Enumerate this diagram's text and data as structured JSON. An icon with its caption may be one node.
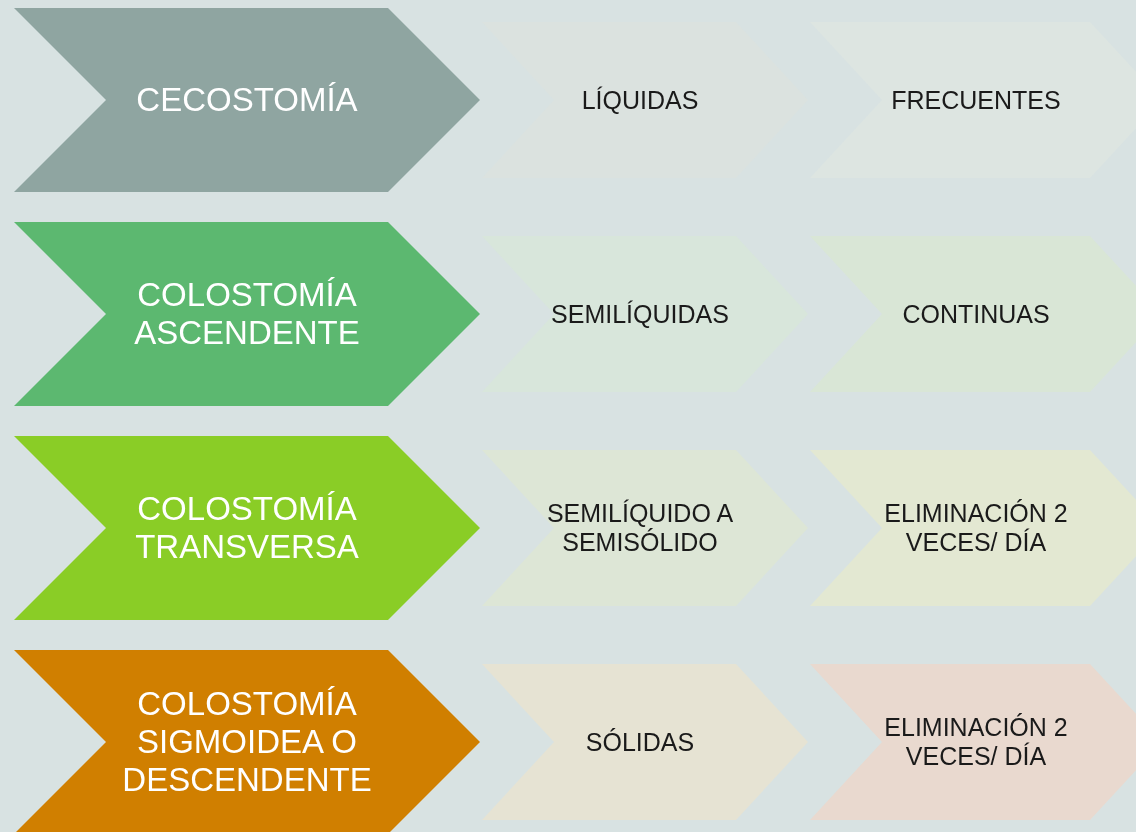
{
  "diagram": {
    "nodes": [
      {
        "text": [
          "CECOSTOMÍA"
        ]
      },
      {
        "text": [
          "LÍQUIDAS"
        ]
      },
      {
        "text": [
          "FRECUENTES"
        ]
      },
      {
        "text": [
          "COLOSTOMÍA ASCENDENTE"
        ]
      },
      {
        "text": [
          "SEMILÍQUIDAS"
        ]
      },
      {
        "text": [
          "CONTINUAS"
        ]
      },
      {
        "text": [
          "COLOSTOMÍA TRANSVERSA"
        ]
      },
      {
        "text": [
          "SEMILÍQUIDO A SEMISÓLIDO"
        ]
      },
      {
        "text": [
          "ELIMINACIÓN 2 VECES/ DÍA"
        ]
      },
      {
        "text": [
          "COLOSTOMÍA SIGMOIDEA O DESCENDENTE"
        ]
      },
      {
        "text": [
          "SÓLIDAS"
        ]
      },
      {
        "text": [
          "ELIMINACIÓN 2 VECES/ DÍA"
        ]
      }
    ]
  }
}
